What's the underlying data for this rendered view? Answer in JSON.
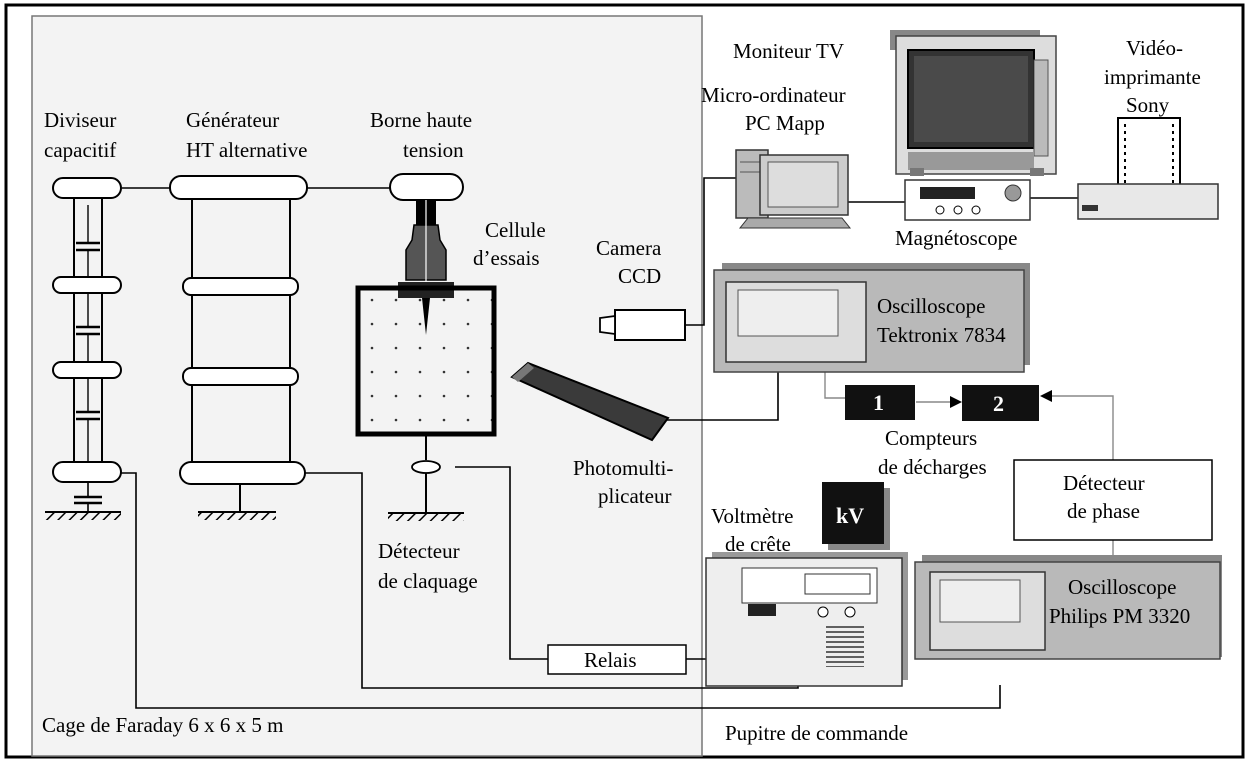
{
  "labels": {
    "diviseur_1": "Diviseur",
    "diviseur_2": "capacitif",
    "generateur_1": "Générateur",
    "generateur_2": "HT alternative",
    "borne_1": "Borne haute",
    "borne_2": "tension",
    "cellule_1": "Cellule",
    "cellule_2": "d’essais",
    "camera_1": "Camera",
    "camera_2": "CCD",
    "moniteur": "Moniteur TV",
    "micro_1": "Micro-ordinateur",
    "micro_2": "PC Mapp",
    "video_1": "Vidéo-",
    "video_2": "imprimante",
    "video_3": "Sony",
    "magneto": "Magnétoscope",
    "osc1_1": "Oscilloscope",
    "osc1_2": "Tektronix 7834",
    "counter_1": "1",
    "counter_2": "2",
    "compteurs_1": "Compteurs",
    "compteurs_2": "de décharges",
    "photo_1": "Photomulti-",
    "photo_2": "plicateur",
    "voltmetre_1": "Voltmètre",
    "voltmetre_2": "de crête",
    "kv": "kV",
    "detecteur_phase_1": "Détecteur",
    "detecteur_phase_2": "de phase",
    "detecteur_claq_1": "Détecteur",
    "detecteur_claq_2": "de claquage",
    "osc2_1": "Oscilloscope",
    "osc2_2": "Philips PM 3320",
    "relais": "Relais",
    "cage": "Cage de Faraday 6 x 6 x 5 m",
    "pupitre": "Pupitre de commande"
  }
}
